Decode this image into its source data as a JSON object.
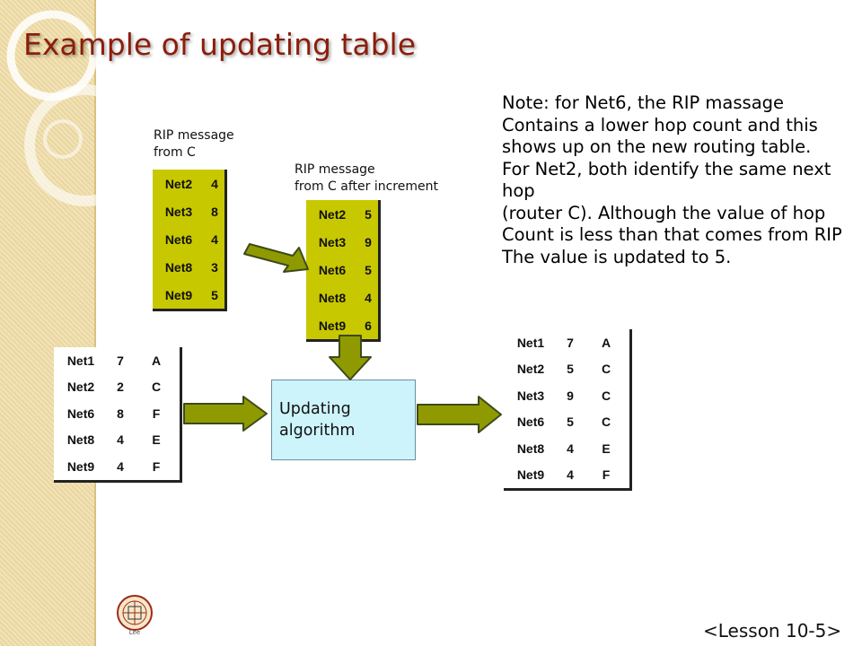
{
  "title": "Example of updating table",
  "caption_rip": [
    "RIP message",
    "from C"
  ],
  "caption_increment": [
    "RIP message",
    "from C after increment"
  ],
  "note_lines": [
    "Note: for Net6,  the RIP massage",
    "Contains a lower hop count and this",
    "shows up  on the new routing table.",
    "For Net2, both identify the same next",
    "hop",
    "(router C). Although the value of hop",
    "Count is less than that comes from RIP",
    "The value is updated to 5."
  ],
  "rip_message": [
    [
      "Net2",
      "4"
    ],
    [
      "Net3",
      "8"
    ],
    [
      "Net6",
      "4"
    ],
    [
      "Net8",
      "3"
    ],
    [
      "Net9",
      "5"
    ]
  ],
  "rip_incremented": [
    [
      "Net2",
      "5"
    ],
    [
      "Net3",
      "9"
    ],
    [
      "Net6",
      "5"
    ],
    [
      "Net8",
      "4"
    ],
    [
      "Net9",
      "6"
    ]
  ],
  "old_table": [
    [
      "Net1",
      "7",
      "A"
    ],
    [
      "Net2",
      "2",
      "C"
    ],
    [
      "Net6",
      "8",
      "F"
    ],
    [
      "Net8",
      "4",
      "E"
    ],
    [
      "Net9",
      "4",
      "F"
    ]
  ],
  "new_table": [
    [
      "Net1",
      "7",
      "A"
    ],
    [
      "Net2",
      "5",
      "C"
    ],
    [
      "Net3",
      "9",
      "C"
    ],
    [
      "Net6",
      "5",
      "C"
    ],
    [
      "Net8",
      "4",
      "E"
    ],
    [
      "Net9",
      "4",
      "F"
    ]
  ],
  "algorithm_lines": [
    "Updating",
    "algorithm"
  ],
  "seal_text": "Lee",
  "footer": "<Lesson 10-5>",
  "colors": {
    "title": "#8b1e0b",
    "arrow_fill": "#8f9a00",
    "arrow_stroke": "#3c4a1a",
    "table_green": "#c8c800",
    "algo_fill": "#cdf4fb",
    "band": "#f1e3b8"
  }
}
